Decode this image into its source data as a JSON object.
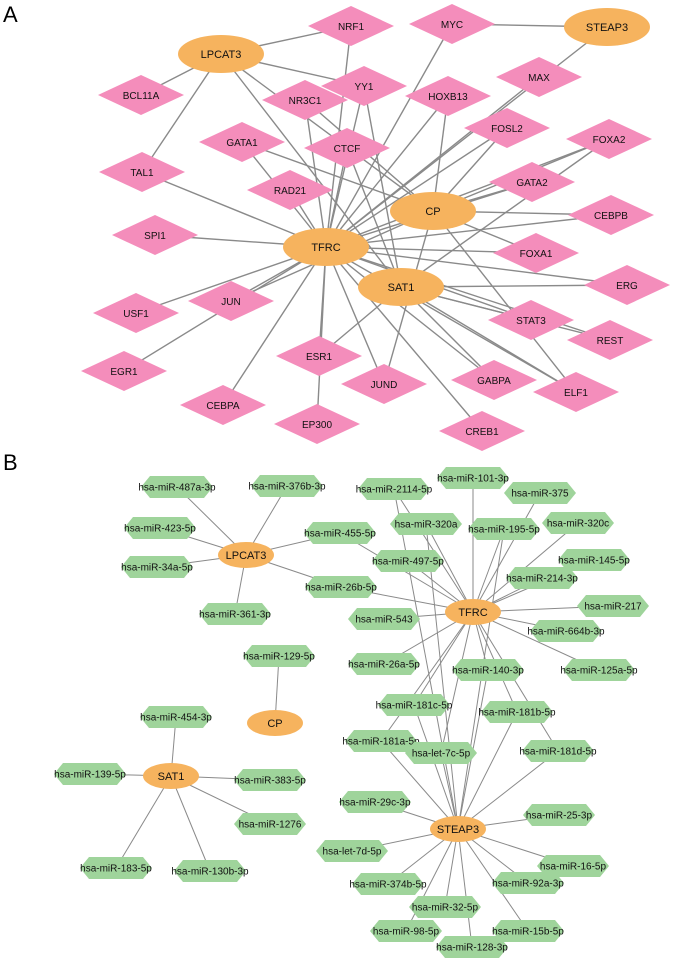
{
  "panel_a": {
    "label": "A",
    "colors": {
      "gene": "#F6B35E",
      "tf": "#F48DBB",
      "edge": "#8A8A8A"
    },
    "genes": [
      "LPCAT3",
      "STEAP3",
      "CP",
      "TFRC",
      "SAT1"
    ],
    "tfs": [
      "NRF1",
      "MYC",
      "MAX",
      "BCL11A",
      "YY1",
      "NR3C1",
      "HOXB13",
      "FOSL2",
      "FOXA2",
      "GATA1",
      "CTCF",
      "TAL1",
      "RAD21",
      "GATA2",
      "CEBPB",
      "SPI1",
      "FOXA1",
      "ERG",
      "USF1",
      "JUN",
      "STAT3",
      "REST",
      "ESR1",
      "EGR1",
      "JUND",
      "GABPA",
      "ELF1",
      "CEBPA",
      "EP300",
      "CREB1"
    ]
  },
  "panel_b": {
    "label": "B",
    "colors": {
      "gene": "#F6B35E",
      "mirna": "#9FD49B",
      "edge": "#8A8A8A"
    },
    "genes": [
      "LPCAT3",
      "TFRC",
      "CP",
      "SAT1",
      "STEAP3"
    ],
    "mirnas": [
      "hsa-miR-487a-3p",
      "hsa-miR-376b-3p",
      "hsa-miR-423-5p",
      "hsa-miR-455-5p",
      "hsa-miR-34a-5p",
      "hsa-miR-26b-5p",
      "hsa-miR-361-3p",
      "hsa-miR-2114-5p",
      "hsa-miR-101-3p",
      "hsa-miR-375",
      "hsa-miR-320a",
      "hsa-miR-195-5p",
      "hsa-miR-320c",
      "hsa-miR-497-5p",
      "hsa-miR-145-5p",
      "hsa-miR-214-3p",
      "hsa-miR-217",
      "hsa-miR-543",
      "hsa-miR-664b-3p",
      "hsa-miR-125a-5p",
      "hsa-miR-26a-5p",
      "hsa-miR-140-3p",
      "hsa-miR-181c-5p",
      "hsa-miR-181b-5p",
      "hsa-miR-181a-5p",
      "hsa-let-7c-5p",
      "hsa-miR-181d-5p",
      "hsa-miR-129-5p",
      "hsa-miR-454-3p",
      "hsa-miR-139-5p",
      "hsa-miR-383-5p",
      "hsa-miR-1276",
      "hsa-miR-183-5p",
      "hsa-miR-130b-3p",
      "hsa-miR-29c-3p",
      "hsa-miR-25-3p",
      "hsa-let-7d-5p",
      "hsa-miR-16-5p",
      "hsa-miR-374b-5p",
      "hsa-miR-92a-3p",
      "hsa-miR-32-5p",
      "hsa-miR-98-5p",
      "hsa-miR-15b-5p",
      "hsa-miR-128-3p"
    ]
  }
}
